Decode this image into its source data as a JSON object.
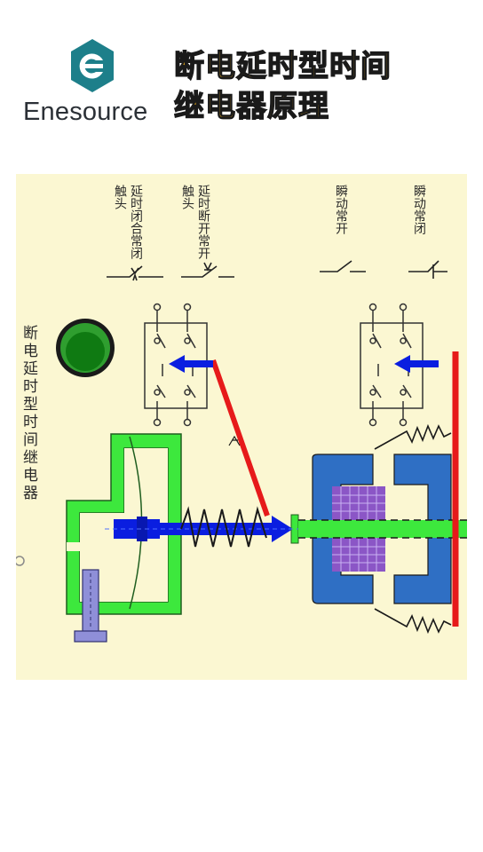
{
  "header": {
    "brand": "Enesource",
    "title_line1": "断电延时型时间",
    "title_line2": "继电器原理"
  },
  "diagram": {
    "left_text": "断电延时型时间继电器",
    "contact_labels": {
      "delay_open": "延时断开常开触头",
      "delay_close": "延时闭合常闭触头",
      "instant_open": "瞬动常开",
      "instant_close": "瞬动常闭"
    },
    "colors": {
      "background": "#fbf7d2",
      "housing": "#3de83d",
      "coil_frame": "#2f6fc4",
      "coil": "#8b56c6",
      "armature": "#e61a1a",
      "push_rod": "#0a1ee0",
      "indicator": "#1a8c1a"
    }
  }
}
